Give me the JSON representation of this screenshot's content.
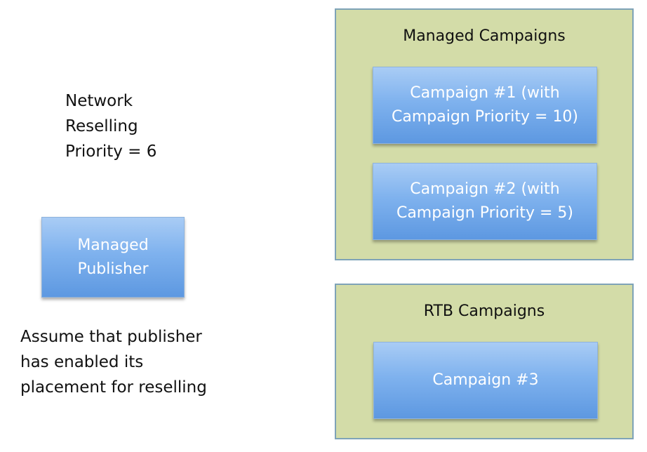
{
  "left_notes": {
    "network_reselling": "Network\nReselling\nPriority = 6",
    "assumption": "Assume that publisher\nhas enabled its\nplacement for reselling"
  },
  "managed_publisher": {
    "label": "Managed\nPublisher"
  },
  "managed_campaigns": {
    "title": "Managed Campaigns",
    "items": [
      {
        "label": "Campaign #1 (with\nCampaign Priority = 10)"
      },
      {
        "label": "Campaign #2 (with\nCampaign Priority = 5)"
      }
    ]
  },
  "rtb_campaigns": {
    "title": "RTB Campaigns",
    "items": [
      {
        "label": "Campaign #3"
      }
    ]
  },
  "colors": {
    "group_fill": "#d3dca8",
    "group_border": "#7ea3b8",
    "box_fill_top": "#a9ccf5",
    "box_fill_bottom": "#5d98e1",
    "box_text": "#ffffff",
    "text": "#111111"
  }
}
